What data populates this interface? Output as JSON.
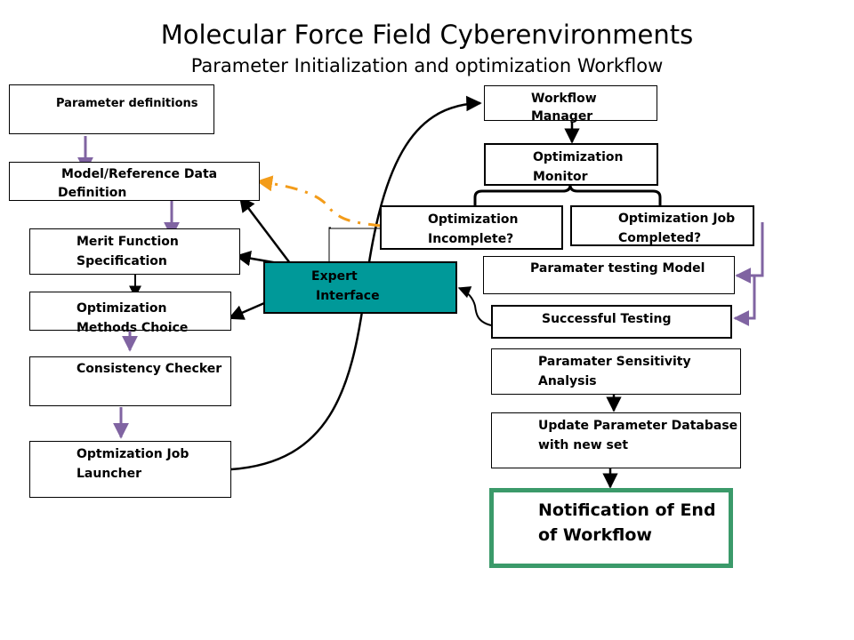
{
  "title": "Molecular Force Field Cyberenvironments",
  "subtitle": "Parameter Initialization and optimization  Workflow",
  "colors": {
    "expert_fill": "#009999",
    "final_border": "#3b9a6a",
    "purple_arrow": "#8064a2",
    "orange_arrow": "#f39c1a"
  },
  "nodes": {
    "parameter_definitions": "Parameter definitions",
    "model_reference": [
      "Model/Reference Data",
      "Definition"
    ],
    "merit_function": [
      "Merit Function",
      "Specification"
    ],
    "optimization_methods": [
      "Optimization",
      "Methods Choice"
    ],
    "consistency_checker": "Consistency Checker",
    "job_launcher": [
      "Optmization Job",
      "Launcher"
    ],
    "expert_interface": [
      "Expert",
      "Interface"
    ],
    "workflow_manager": [
      "Workflow",
      "Manager"
    ],
    "optimization_monitor": [
      "Optimization",
      "Monitor"
    ],
    "optimization_incomplete": [
      "Optimization",
      "Incomplete?"
    ],
    "optimization_completed": [
      "Optimization  Job",
      "Completed?"
    ],
    "testing_model": "Paramater testing Model",
    "successful_testing": "Successful Testing",
    "sensitivity_analysis": [
      "Paramater Sensitivity",
      "Analysis"
    ],
    "update_database": [
      "Update Parameter Database",
      "with new set"
    ],
    "notification_end": [
      "Notification of End",
      "of Workflow"
    ]
  }
}
